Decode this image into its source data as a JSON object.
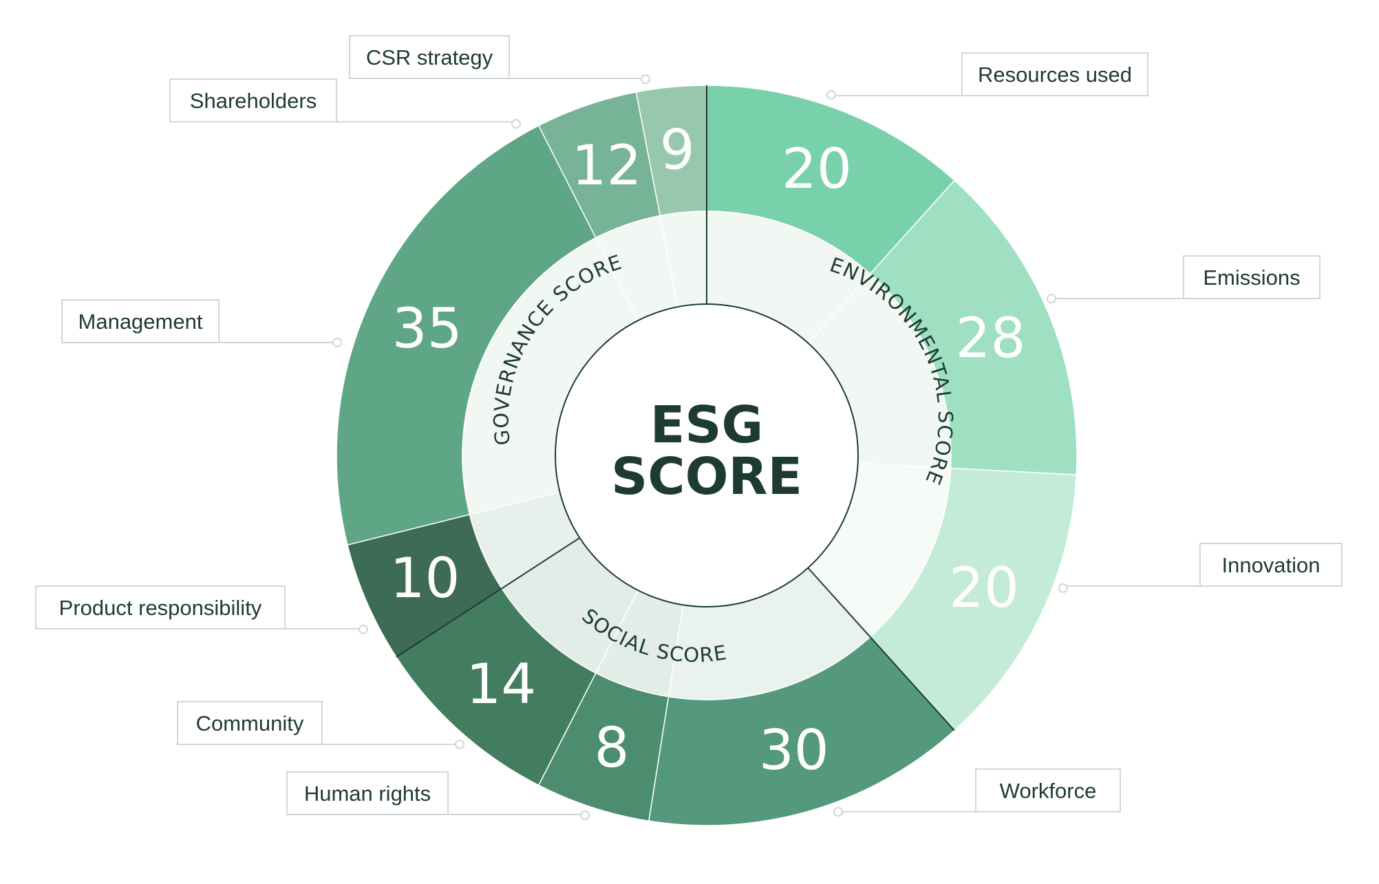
{
  "chart_data": {
    "type": "pie",
    "title": "ESG SCORE",
    "center_label_lines": [
      "ESG",
      "SCORE"
    ],
    "groups": [
      {
        "name": "ENVIRONMENTAL SCORE",
        "segments": [
          {
            "label": "Resources used",
            "value": 20,
            "color": "#79d1ac"
          },
          {
            "label": "Emissions",
            "value": 28,
            "color": "#9ee0c1"
          },
          {
            "label": "Innovation",
            "value": 20,
            "color": "#c4ebd8"
          }
        ]
      },
      {
        "name": "SOCIAL SCORE",
        "segments": [
          {
            "label": "Workforce",
            "value": 30,
            "color": "#54997c"
          },
          {
            "label": "Human rights",
            "value": 8,
            "color": "#4b8d6e"
          },
          {
            "label": "Community",
            "value": 14,
            "color": "#427d60"
          },
          {
            "label": "Product responsibility",
            "value": 10,
            "color": "#3d6b55"
          }
        ]
      },
      {
        "name": "GOVERNANCE SCORE",
        "segments": [
          {
            "label": "Management",
            "value": 35,
            "color": "#5ea686"
          },
          {
            "label": "Shareholders",
            "value": 12,
            "color": "#77b396"
          },
          {
            "label": "CSR strategy",
            "value": 9,
            "color": "#97c7ad"
          }
        ]
      }
    ],
    "colors": {
      "text_dark": "#1d3b30",
      "value_text": "#ffffff",
      "connector": "#cfd8d4",
      "inner_ring_light": "#f1f8f4",
      "inner_ring_mid": "#e5efea"
    }
  }
}
